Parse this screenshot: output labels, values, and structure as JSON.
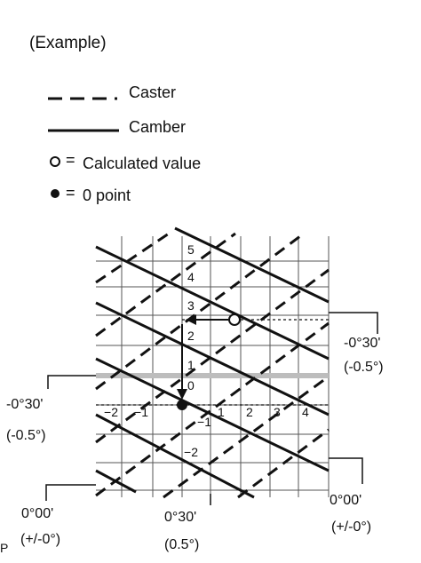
{
  "example_label": "(Example)",
  "legend": {
    "caster": "Caster",
    "camber": "Camber",
    "calculated_symbol": "=",
    "calculated_label": "Calculated value",
    "zero_symbol": "=",
    "zero_label": "0 point"
  },
  "grid_labels": {
    "positive": [
      "1",
      "2",
      "3",
      "4",
      "5"
    ],
    "negative": [
      "1",
      "2"
    ],
    "zero": "0",
    "right": [
      "1",
      "2",
      "3",
      "4"
    ],
    "left": [
      "1",
      "2"
    ]
  },
  "callouts": {
    "right_top_deg": "-0°30'",
    "right_top_paren": "(-0.5°)",
    "left_mid_deg": "-0°30'",
    "left_mid_paren": "(-0.5°)",
    "bottom_left_deg": "0°00'",
    "bottom_left_paren": "(+/-0°)",
    "bottom_mid_deg": "0°30'",
    "bottom_mid_paren": "(0.5°)",
    "bottom_right_deg": "0°00'",
    "bottom_right_paren": "(+/-0°)"
  },
  "corner_mark": "P",
  "colors": {
    "ink": "#111111",
    "grid": "#555555",
    "highlight": "#bdbdbd",
    "background": "#ffffff"
  }
}
